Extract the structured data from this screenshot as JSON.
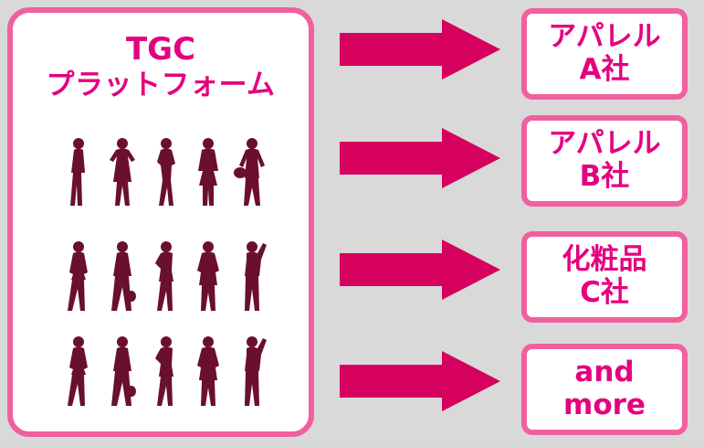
{
  "colors": {
    "background": "#d9d9d9",
    "box_border": "#f0609f",
    "text_accent": "#e4007f",
    "arrow_fill": "#d6005f",
    "silhouette": "#6a0f2f"
  },
  "platform": {
    "title_line1": "TGC",
    "title_line2": "プラットフォーム",
    "silhouette_icon": "woman-silhouette-icon"
  },
  "arrows": {
    "icon": "right-arrow-icon"
  },
  "companies": [
    {
      "line1": "アパレル",
      "line2": "A社"
    },
    {
      "line1": "アパレル",
      "line2": "B社"
    },
    {
      "line1": "化粧品",
      "line2": "C社"
    },
    {
      "line1": "and",
      "line2": "more"
    }
  ]
}
